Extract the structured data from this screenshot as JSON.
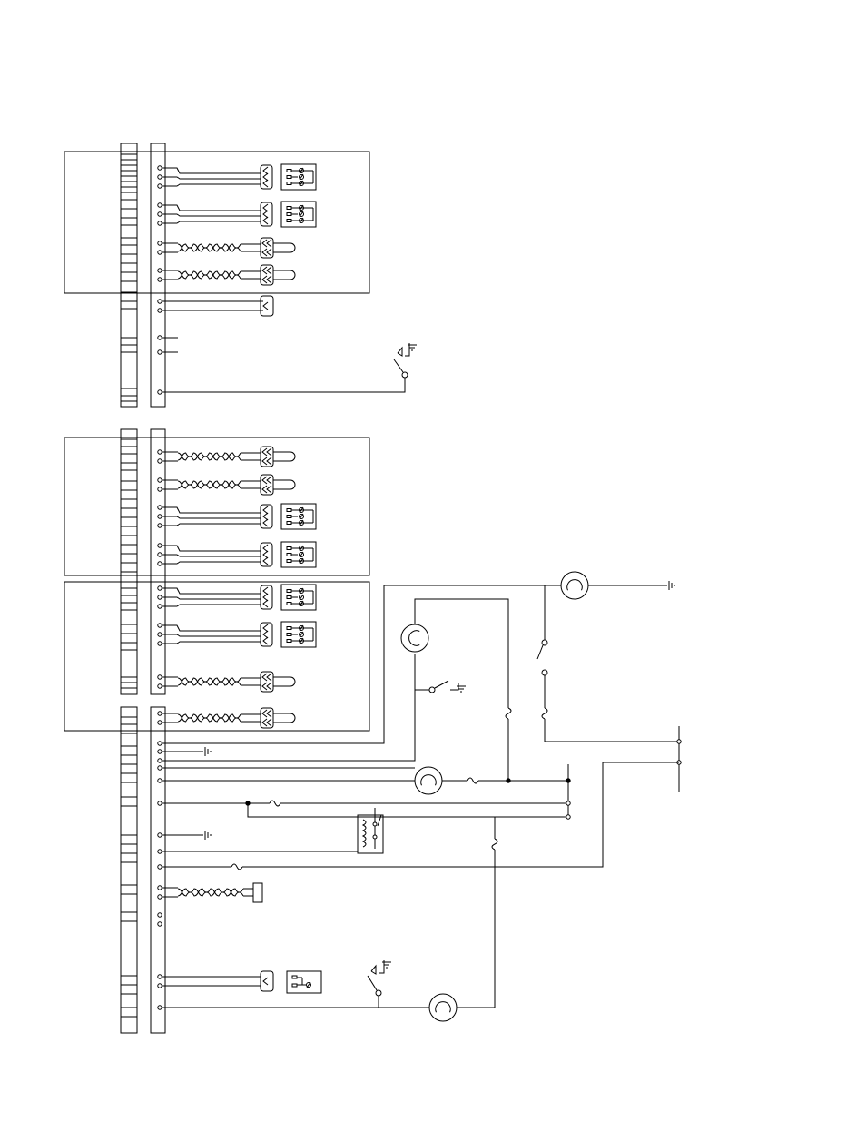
{
  "diagram": {
    "type": "wiring-schematic",
    "text_labels": [],
    "colors": {
      "line": "#000000",
      "background": "#ffffff"
    },
    "sections": [
      {
        "name": "upper-module",
        "terminal_blocks": 2,
        "connectors": 5
      },
      {
        "name": "middle-module",
        "terminal_blocks": 2,
        "connectors": 4
      },
      {
        "name": "lower-module",
        "terminal_blocks": 2,
        "connectors": 4
      },
      {
        "name": "bottom-wiring",
        "terminal_blocks": 2,
        "connectors": 3
      }
    ],
    "symbols": [
      "terminal-block",
      "twisted-pair",
      "multi-pin-connector",
      "switch-block",
      "ground",
      "sensor-coil",
      "relay",
      "switch",
      "crossover"
    ]
  }
}
